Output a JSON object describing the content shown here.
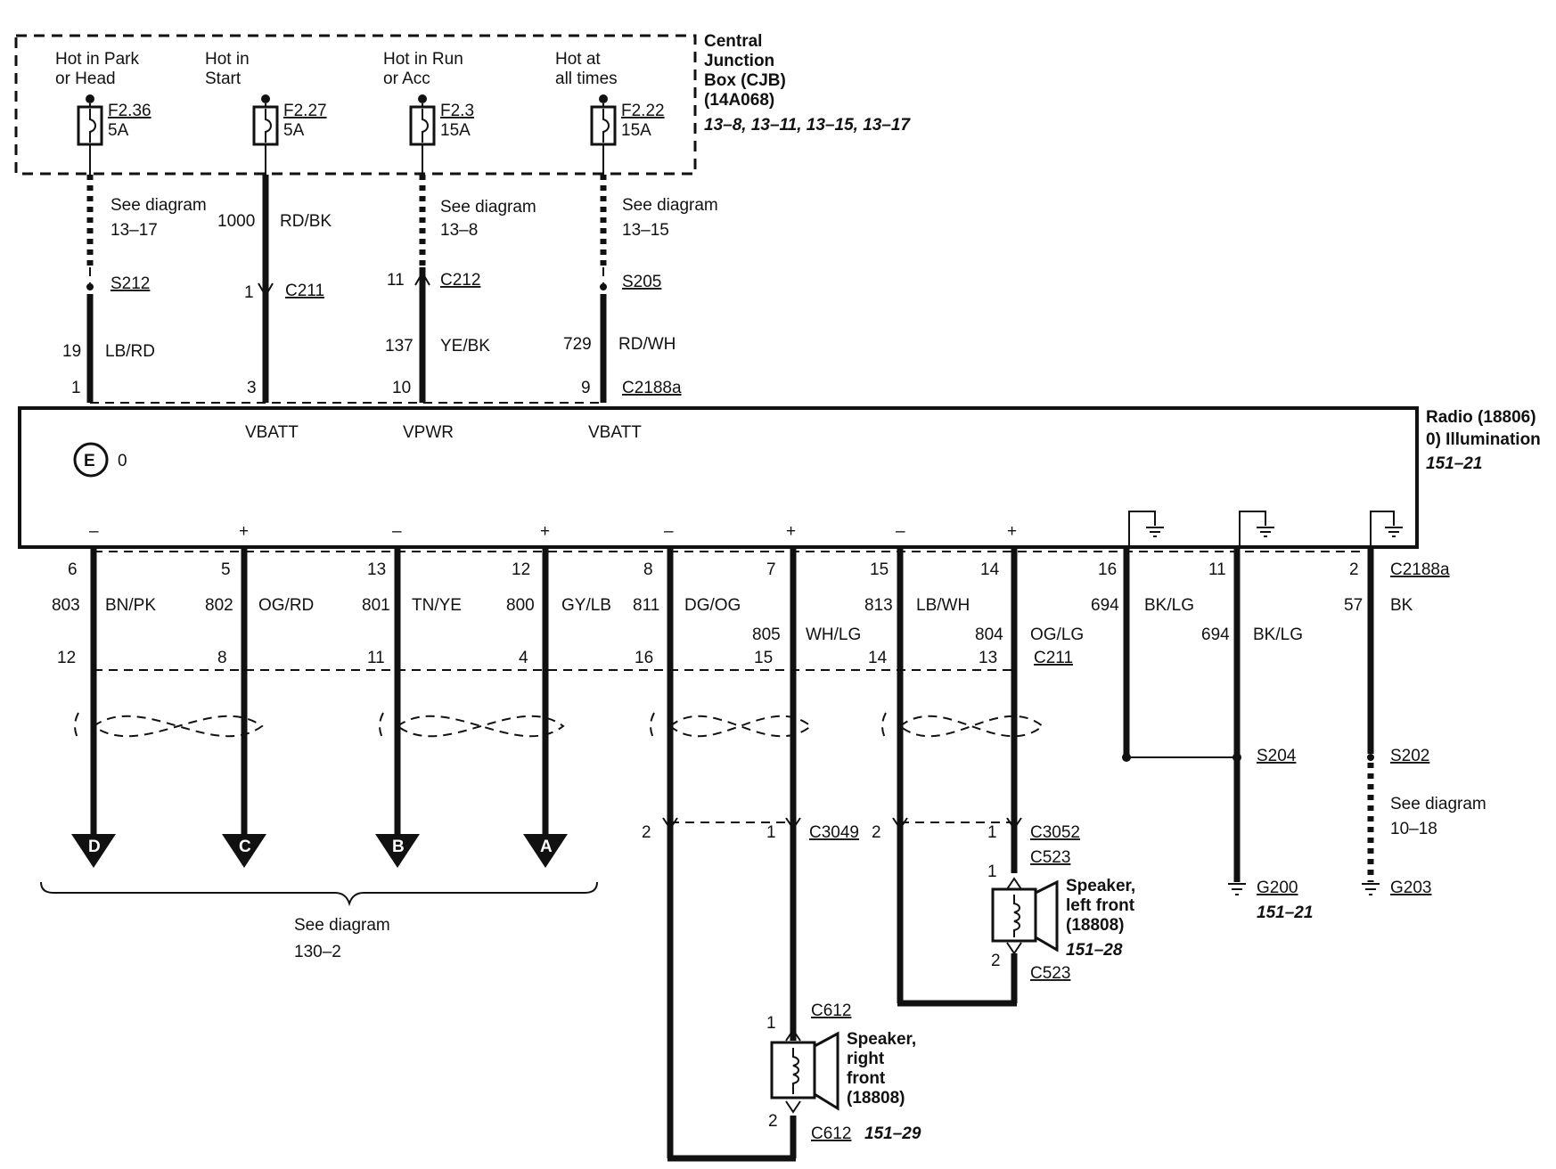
{
  "cjb": {
    "title_l1": "Central",
    "title_l2": "Junction",
    "title_l3": "Box (CJB)",
    "title_l4": "(14A068)",
    "refs": "13–8, 13–11, 13–15, 13–17",
    "hot_park_l1": "Hot in Park",
    "hot_park_l2": "or Head",
    "hot_start_l1": "Hot in",
    "hot_start_l2": "Start",
    "hot_run_l1": "Hot in Run",
    "hot_run_l2": "or Acc",
    "hot_all_l1": "Hot at",
    "hot_all_l2": "all times",
    "fuses": [
      {
        "id": "F2.36",
        "amp": "5A"
      },
      {
        "id": "F2.27",
        "amp": "5A"
      },
      {
        "id": "F2.3",
        "amp": "15A"
      },
      {
        "id": "F2.22",
        "amp": "15A"
      }
    ]
  },
  "upper": {
    "see1_l1": "See diagram",
    "see1_l2": "13–17",
    "see3_l1": "See diagram",
    "see3_l2": "13–8",
    "see4_l1": "See diagram",
    "see4_l2": "13–15",
    "circuit_1000": "1000",
    "color_rdbk": "RD/BK",
    "s212": "S212",
    "c211_pin": "1",
    "c211": "C211",
    "c212_pin": "11",
    "c212": "C212",
    "s205": "S205",
    "c19": "19",
    "color_lbrd": "LB/RD",
    "c137": "137",
    "color_yebk": "YE/BK",
    "c729": "729",
    "color_rdwh": "RD/WH",
    "p1": "1",
    "p3": "3",
    "p10": "10",
    "p9": "9",
    "c2188a": "C2188a"
  },
  "radio": {
    "title_l1": "Radio (18806)",
    "title_l2": "0) Illumination",
    "ref": "151–21",
    "vbatt1": "VBATT",
    "vpwr": "VPWR",
    "vbatt2": "VBATT",
    "illum_pin": "0",
    "illum_symbol": "E",
    "pol": [
      "–",
      "+",
      "–",
      "+",
      "–",
      "+",
      "–",
      "+"
    ]
  },
  "lower": {
    "pins": [
      "6",
      "5",
      "13",
      "12",
      "8",
      "7",
      "15",
      "14",
      "16",
      "11",
      "2"
    ],
    "c2188a": "C2188a",
    "circuits": [
      "803",
      "802",
      "801",
      "800",
      "811",
      "805",
      "813",
      "804",
      "694",
      "694",
      "57"
    ],
    "colors": [
      "BN/PK",
      "OG/RD",
      "TN/YE",
      "GY/LB",
      "DG/OG",
      "WH/LG",
      "LB/WH",
      "OG/LG",
      "BK/LG",
      "BK/LG",
      "BK"
    ],
    "c211_pins": [
      "12",
      "8",
      "11",
      "4",
      "16",
      "15",
      "14",
      "13"
    ],
    "c211": "C211",
    "arrows": [
      "D",
      "C",
      "B",
      "A"
    ],
    "see130_l1": "See diagram",
    "see130_l2": "130–2",
    "c3049_p2": "2",
    "c3049_p1": "1",
    "c3049": "C3049",
    "c3052_p2": "2",
    "c3052_p1": "1",
    "c3052": "C3052",
    "s204": "S204",
    "s202": "S202",
    "see1018_l1": "See diagram",
    "see1018_l2": "10–18",
    "g200": "G200",
    "g200_ref": "151–21",
    "g203": "G203"
  },
  "speaker_lf": {
    "conn_top": "C523",
    "pin1": "1",
    "pin2": "2",
    "conn_bot": "C523",
    "name_l1": "Speaker,",
    "name_l2": "left front",
    "name_l3": "(18808)",
    "ref": "151–28"
  },
  "speaker_rf": {
    "conn_top": "C612",
    "pin1": "1",
    "pin2": "2",
    "conn_bot": "C612",
    "name_l1": "Speaker,",
    "name_l2": "right",
    "name_l3": "front",
    "name_l4": "(18808)",
    "ref": "151–29"
  }
}
